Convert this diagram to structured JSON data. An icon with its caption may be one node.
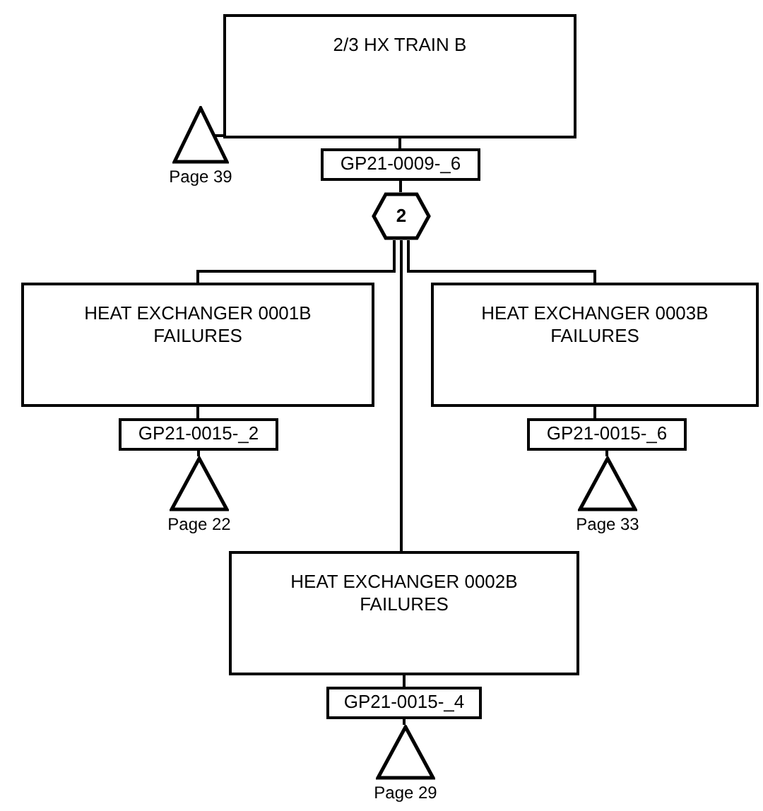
{
  "diagram": {
    "nodes": [
      {
        "text": [
          "2/3 HX TRAIN B"
        ]
      },
      {
        "text": [
          "GP21-0009-_6"
        ]
      },
      {
        "text": [
          "2"
        ]
      },
      {
        "text": [
          "HEAT EXCHANGER 0001B FAILURES"
        ]
      },
      {
        "text": [
          "GP21-0015-_2"
        ]
      },
      {
        "text": [],
        "shape": "triangle",
        "beside": [
          "Page 22"
        ]
      },
      {
        "text": [
          "HEAT EXCHANGER 0003B FAILURES"
        ]
      },
      {
        "text": [
          "GP21-0015-_6"
        ]
      },
      {
        "text": [],
        "shape": "triangle",
        "beside": [
          "Page 33"
        ]
      },
      {
        "text": [
          "HEAT EXCHANGER 0002B FAILURES"
        ]
      },
      {
        "text": [
          "GP21-0015-_4"
        ]
      },
      {
        "text": [],
        "shape": "triangle",
        "beside": [
          "Page 29"
        ]
      },
      {
        "text": [],
        "shape": "triangle",
        "beside": [
          "Page 39"
        ]
      }
    ],
    "edges": [
      {
        "from": 0,
        "to": 1,
        "arrow": "none"
      },
      {
        "from": 1,
        "to": 2,
        "arrow": "none"
      },
      {
        "from": 2,
        "to": 3,
        "arrow": "none"
      },
      {
        "from": 2,
        "to": 6,
        "arrow": "none"
      },
      {
        "from": 2,
        "to": 9,
        "arrow": "none"
      },
      {
        "from": 3,
        "to": 4,
        "arrow": "none"
      },
      {
        "from": 4,
        "to": 5,
        "arrow": "none"
      },
      {
        "from": 6,
        "to": 7,
        "arrow": "none"
      },
      {
        "from": 7,
        "to": 8,
        "arrow": "none"
      },
      {
        "from": 9,
        "to": 10,
        "arrow": "none"
      },
      {
        "from": 10,
        "to": 11,
        "arrow": "none"
      },
      {
        "from": 12,
        "to": 0,
        "arrow": "none"
      }
    ]
  }
}
